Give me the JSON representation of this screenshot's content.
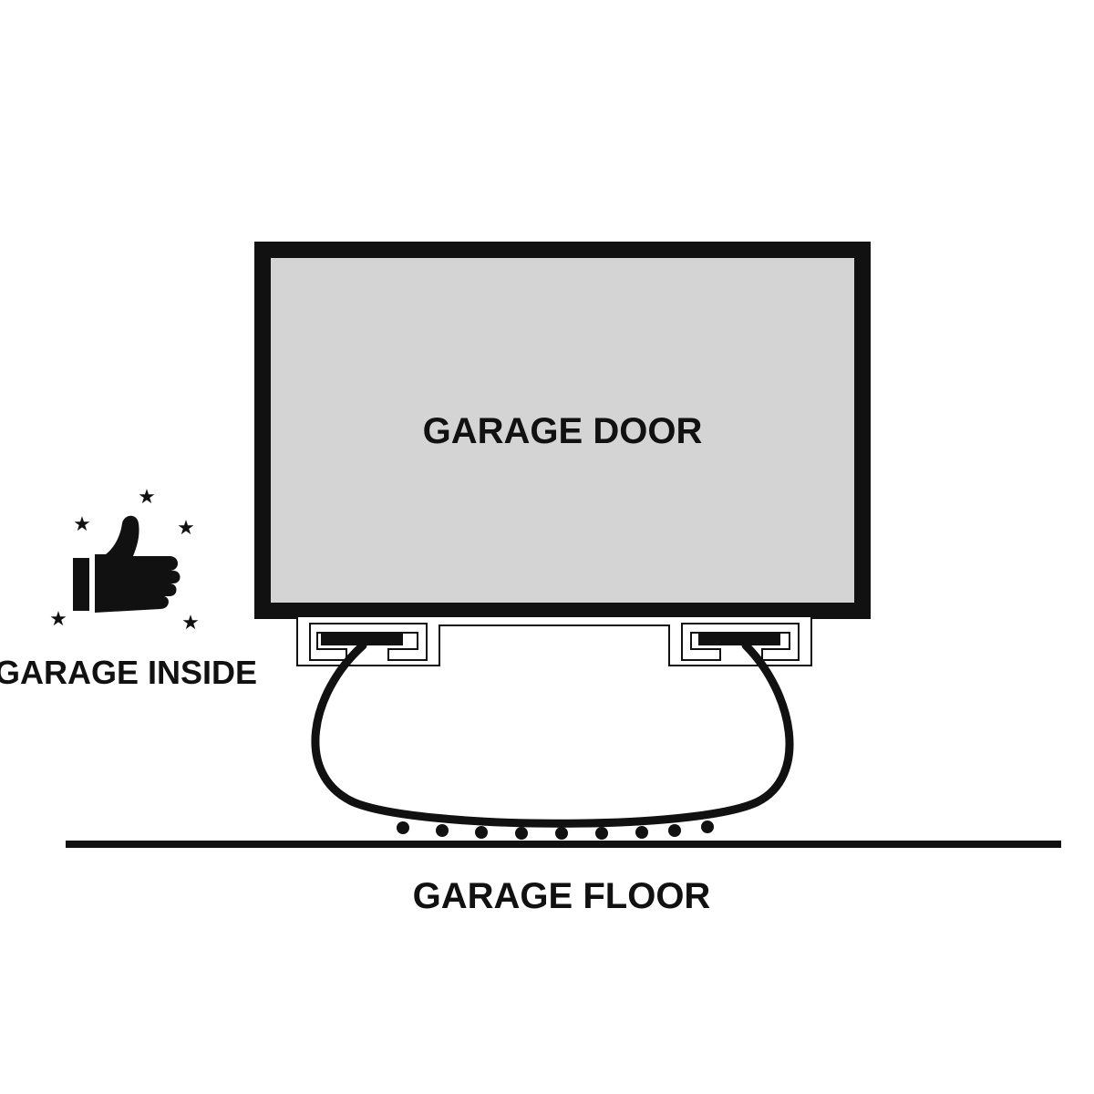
{
  "labels": {
    "door": "GARAGE DOOR",
    "inside": "GARAGE INSIDE",
    "floor": "GARAGE FLOOR"
  },
  "colors": {
    "ink": "#111111",
    "door_fill": "#d4d4d4",
    "background": "#ffffff"
  },
  "icons": {
    "badge": "thumbs-up-icon",
    "decoration": "star-icon"
  }
}
